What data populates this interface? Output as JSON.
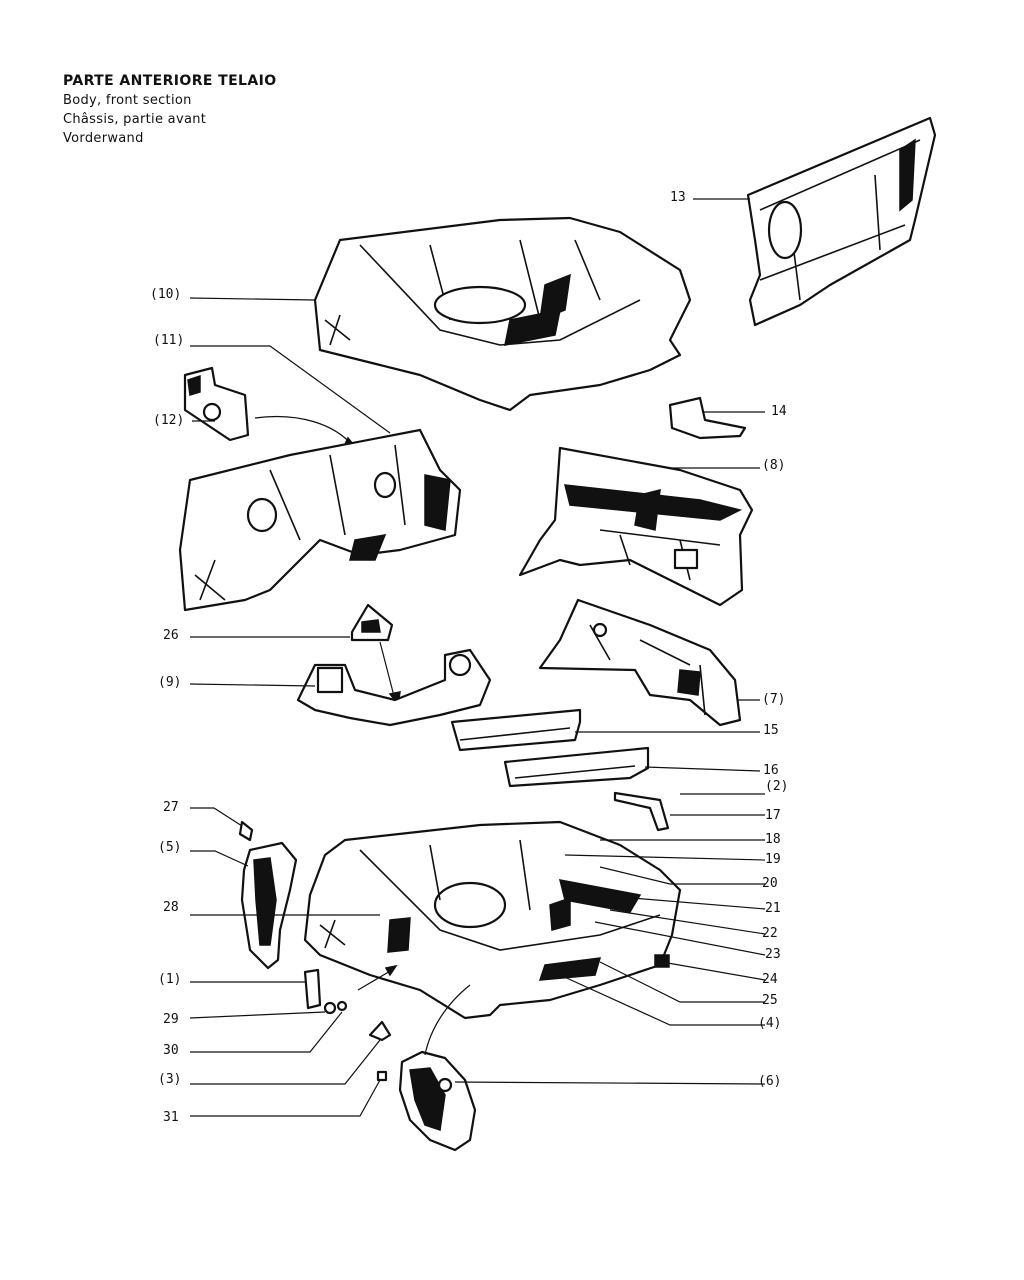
{
  "header": {
    "title_it": "PARTE ANTERIORE TELAIO",
    "title_en": "Body, front section",
    "title_fr": "Châssis, partie avant",
    "title_de": "Vorderwand"
  },
  "callouts": {
    "c13": "13",
    "c10": "(10)",
    "c11": "(11)",
    "c12": "(12)",
    "c14": "14",
    "c8": "(8)",
    "c26": "26",
    "c9": "(9)",
    "c7": "(7)",
    "c15": "15",
    "c16": "16",
    "c2": "(2)",
    "c17": "17",
    "c27": "27",
    "c18": "18",
    "c5": "(5)",
    "c19": "19",
    "c20": "20",
    "c28": "28",
    "c21": "21",
    "c22": "22",
    "c23": "23",
    "c24": "24",
    "c1": "(1)",
    "c25": "25",
    "c29": "29",
    "c4": "(4)",
    "c30": "30",
    "c3": "(3)",
    "c6": "(6)",
    "c31": "31"
  }
}
